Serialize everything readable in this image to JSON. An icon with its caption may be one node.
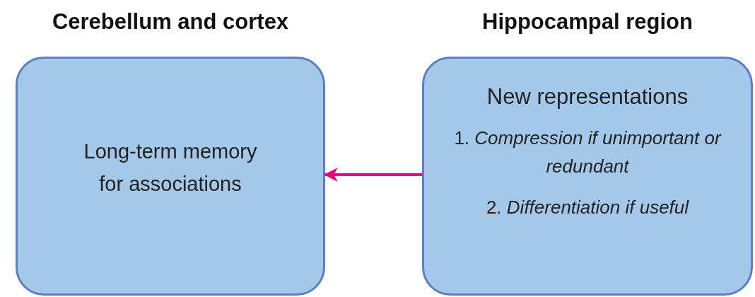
{
  "diagram": {
    "nodes": [
      {
        "text": [
          "Cerebellum and cortex",
          "Long-term memory for associations"
        ]
      },
      {
        "text": [
          "Hippocampal region",
          "New representations",
          "1. *Compression if unimportant or redundant*",
          "2. *Differentiation if useful*"
        ]
      }
    ],
    "edges": [
      {
        "from": 1,
        "to": 0,
        "arrow": "to",
        "color": "#e6007e"
      }
    ]
  }
}
